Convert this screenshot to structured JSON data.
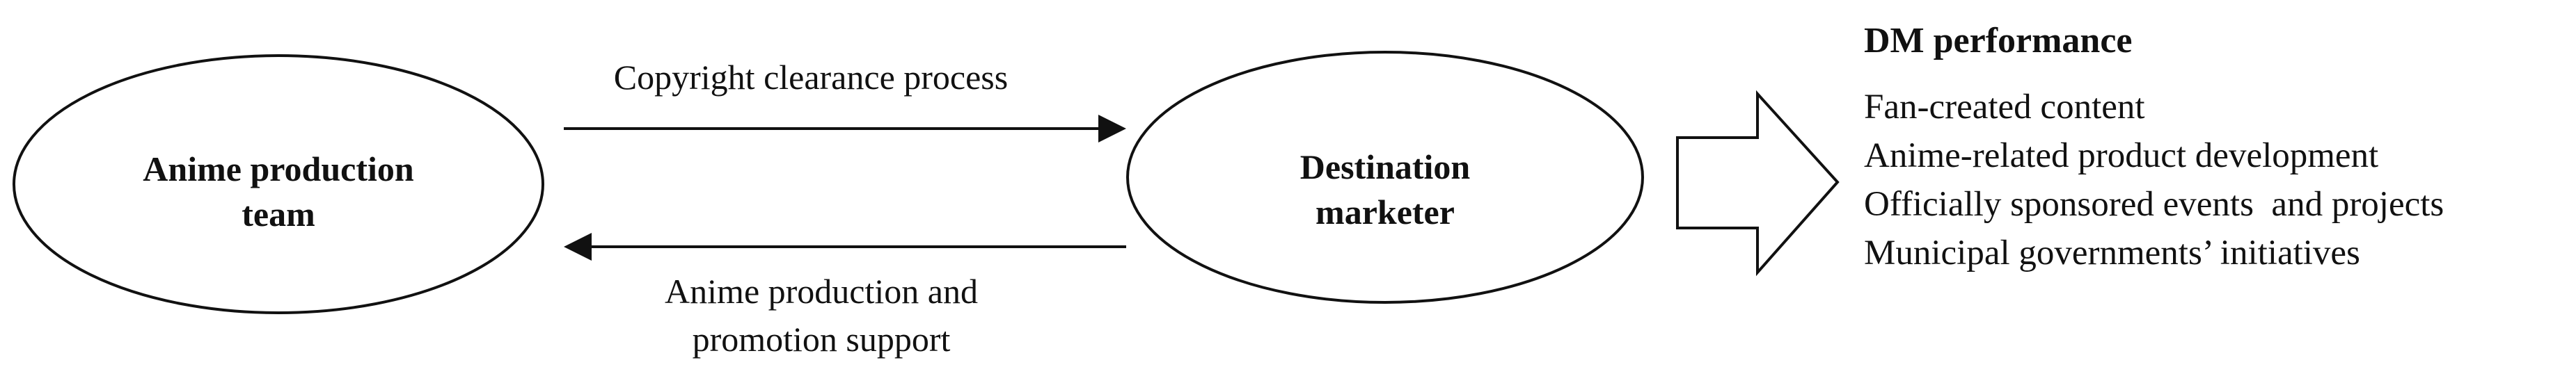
{
  "nodes": {
    "production_team": {
      "line1": "Anime production",
      "line2": "team"
    },
    "destination_marketer": {
      "line1": "Destination",
      "line2": "marketer"
    }
  },
  "edges": {
    "clearance": {
      "label": "Copyright clearance process"
    },
    "support": {
      "line1": "Anime production and",
      "line2": "promotion support"
    }
  },
  "performance": {
    "title": "DM performance",
    "items": [
      "Fan-created content",
      "Anime-related product development",
      "Officially sponsored events  and projects",
      "Municipal governments’ initiatives"
    ]
  }
}
